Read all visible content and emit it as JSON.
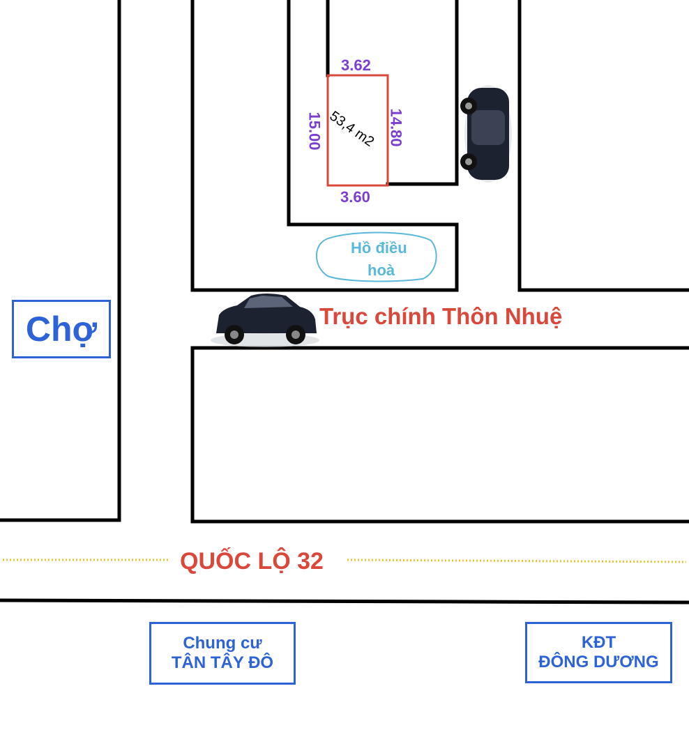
{
  "plot": {
    "area": "53,4 m2",
    "top_width": "3.62",
    "bottom_width": "3.60",
    "left_length": "15.00",
    "right_length": "14.80"
  },
  "landmarks": {
    "lake_line1": "Hồ điều",
    "lake_line2": "hoà",
    "market": "Chợ",
    "apartment_line1": "Chung cư",
    "apartment_line2": "TÂN TÂY ĐÔ",
    "urban_area_line1": "KĐT",
    "urban_area_line2": "ĐÔNG DƯƠNG"
  },
  "roads": {
    "main_road": "Trục chính Thôn Nhuệ",
    "highway": "QUỐC LỘ 32"
  },
  "colors": {
    "road_label": "#d9483b",
    "dimension": "#7b3fd0",
    "landmark": "#2d63d6",
    "lake": "#5ab8d8",
    "highway_dots": "#f0c232",
    "plot_outline": "#d9483b"
  },
  "icons": [
    "car-icon"
  ]
}
